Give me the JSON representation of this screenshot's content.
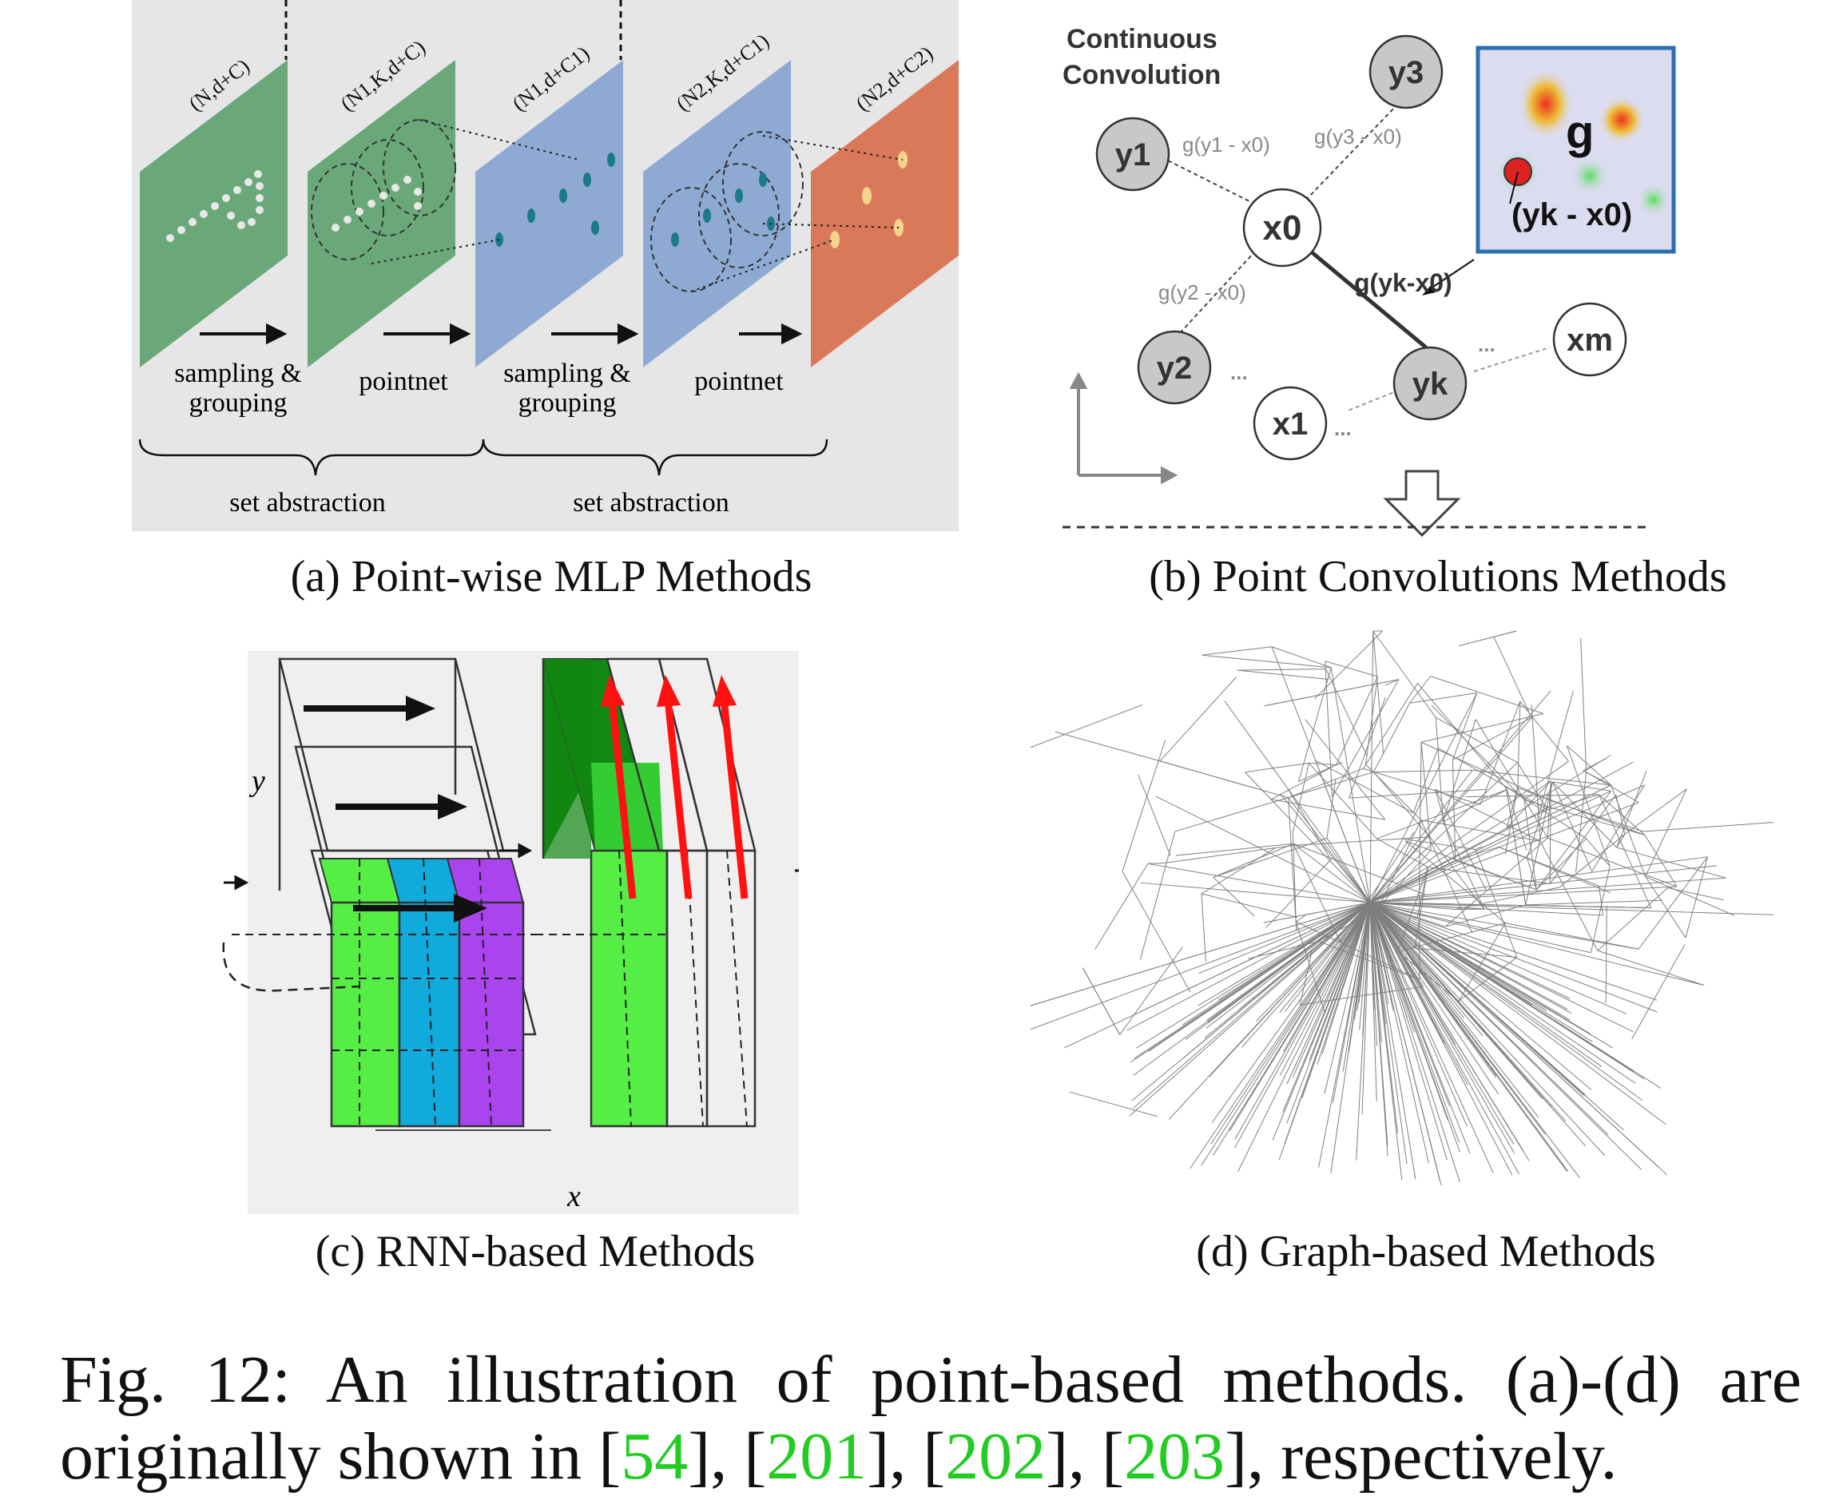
{
  "panel_a": {
    "layers": [
      {
        "label": "(N,d+C)"
      },
      {
        "label": "(N1,K,d+C)"
      },
      {
        "label": "(N1,d+C1)"
      },
      {
        "label": "(N2,K,d+C1)"
      },
      {
        "label": "(N2,d+C2)"
      }
    ],
    "steps": [
      {
        "line1": "sampling &",
        "line2": "grouping"
      },
      {
        "line1": "pointnet",
        "line2": ""
      },
      {
        "line1": "sampling &",
        "line2": "grouping"
      },
      {
        "line1": "pointnet",
        "line2": ""
      }
    ],
    "groups": [
      "set abstraction",
      "set abstraction"
    ],
    "colors": {
      "green": "#6aa87a",
      "blue": "#8faad2",
      "orange": "#d9795a"
    },
    "caption": "(a) Point-wise MLP Methods"
  },
  "panel_b": {
    "title_line1": "Continuous",
    "title_line2": "Convolution",
    "nodes": {
      "y1": "y1",
      "y2": "y2",
      "y3": "y3",
      "yk": "yk",
      "x0": "x0",
      "x1": "x1",
      "xm": "xm"
    },
    "edges": {
      "e1": "g(y1 - x0)",
      "e2": "g(y2 - x0)",
      "e3": "g(y3 - x0)",
      "ek": "g(yk-x0)"
    },
    "ellipsis": "...",
    "inset": {
      "letter": "g",
      "label": "(yk - x0)"
    },
    "caption": "(b) Point Convolutions Methods"
  },
  "panel_c": {
    "axis_x": "x",
    "axis_y": "y",
    "colors": {
      "green": "#55ee44",
      "blue": "#11aadd",
      "purple": "#aa44ee",
      "dark_green": "#118811",
      "red": "#ff1111"
    },
    "caption": "(c) RNN-based Methods"
  },
  "panel_d": {
    "caption": "(d) Graph-based Methods"
  },
  "figure_caption": {
    "line1": "Fig. 12: An illustration of point-based methods. (a)-(d) are",
    "line2_pre": "originally shown in [",
    "ref1": "54",
    "sep1": "], [",
    "ref2": "201",
    "sep2": "], [",
    "ref3": "202",
    "sep3": "], [",
    "ref4": "203",
    "line2_post": "], respectively."
  }
}
